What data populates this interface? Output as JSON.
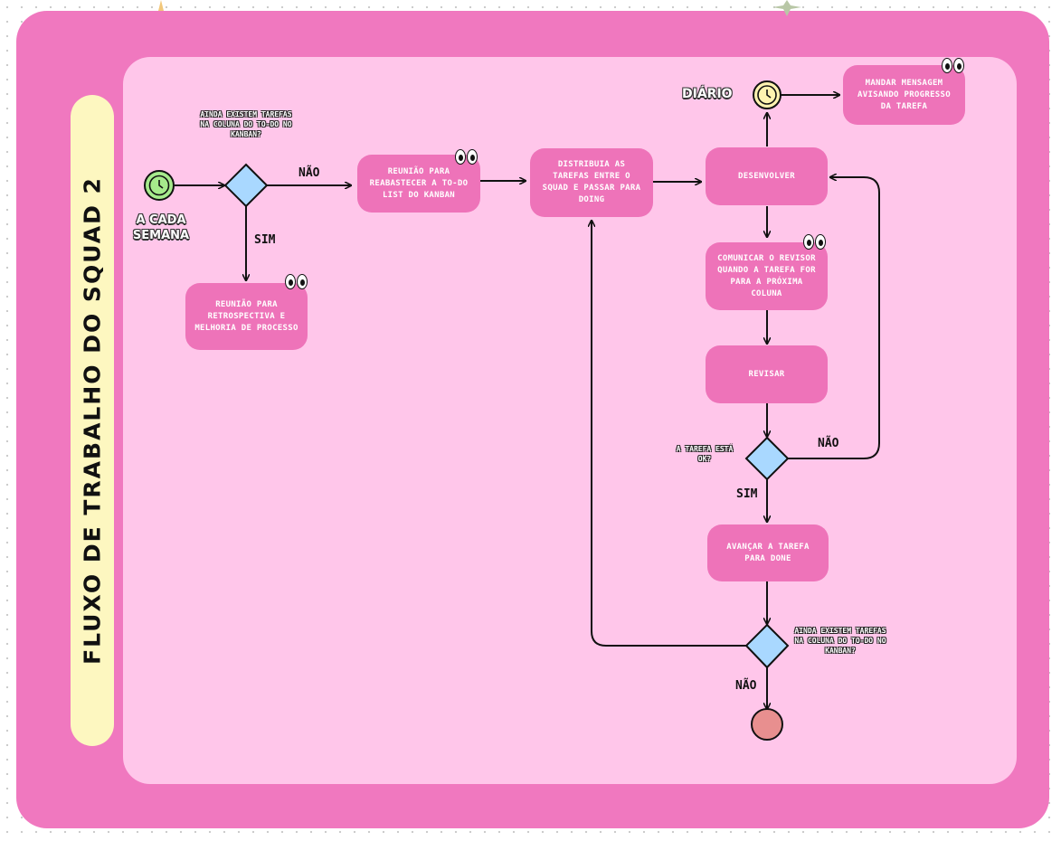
{
  "title": "FLUXO DE TRABALHO DO SQUAD 2",
  "nodes": {
    "start_label": "A CADA SEMANA",
    "daily_label": "DIÁRIO",
    "q_todo_1": "AINDA EXISTEM TAREFAS NA COLUNA DO TO-DO NO KANBAN?",
    "q_task_ok": "A TAREFA ESTÁ OK?",
    "q_todo_2": "AINDA EXISTEM TAREFAS NA COLUNA DO TO-DO NO KANBAN?",
    "replenish": "REUNIÃO PARA REABASTECER A TO-DO LIST DO KANBAN",
    "retro": "REUNIÃO PARA RETROSPECTIVA E MELHORIA DE PROCESSO",
    "distribute": "DISTRIBUIA AS TAREFAS ENTRE O SQUAD E PASSAR PARA DOING",
    "develop": "DESENVOLVER",
    "message": "MANDAR MENSAGEM AVISANDO PROGRESSO DA TAREFA",
    "notify": "COMUNICAR O REVISOR QUANDO A TAREFA FOR PARA A PRÓXIMA COLUNA",
    "review": "REVISAR",
    "advance": "AVANÇAR A TAREFA PARA DONE"
  },
  "edges": {
    "no_1": "NÃO",
    "yes_1": "SIM",
    "no_2": "NÃO",
    "yes_2": "SIM",
    "no_3": "NÃO"
  },
  "colors": {
    "outer": "#f078bf",
    "inner": "#ffc6ea",
    "box": "#ee73b9",
    "decision": "#a9d8ff",
    "start": "#a6ea8c",
    "daily_clock": "#fff3b0",
    "end": "#e88f8f",
    "banner": "#fdf7c0"
  },
  "icons": [
    "clock-icon",
    "eyes-icon"
  ]
}
